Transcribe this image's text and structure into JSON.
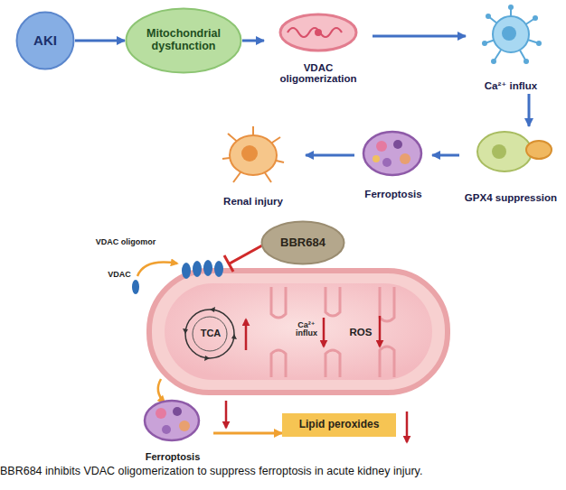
{
  "diagram": {
    "caption": "BBR684 inhibits VDAC oligomerization to suppress ferroptosis in acute kidney injury.",
    "nodes": [
      {
        "text": [
          "AKI"
        ]
      },
      {
        "text": [
          "Mitochondrial dysfunction"
        ]
      },
      {
        "text": [
          "VDAC oligomerization"
        ]
      },
      {
        "text": [
          "Ca²⁺ influx"
        ]
      },
      {
        "text": [
          "GPX4 suppression"
        ]
      },
      {
        "text": [
          "Ferroptosis"
        ]
      },
      {
        "text": [
          "Renal injury"
        ]
      },
      {
        "text": [
          "BBR684"
        ]
      },
      {
        "text": [
          "Ferroptosis"
        ]
      },
      {
        "text": [
          "Lipid peroxides"
        ]
      }
    ],
    "edges": [
      {
        "from": 0,
        "to": 1,
        "arrow": "to"
      },
      {
        "from": 1,
        "to": 2,
        "arrow": "to"
      },
      {
        "from": 2,
        "to": 3,
        "arrow": "to"
      },
      {
        "from": 3,
        "to": 4,
        "arrow": "to"
      },
      {
        "from": 4,
        "to": 5,
        "arrow": "to"
      },
      {
        "from": 5,
        "to": 6,
        "arrow": "to"
      },
      {
        "from": 8,
        "to": 9,
        "arrow": "to"
      }
    ],
    "labels": [
      "VDAC oligomor",
      "VDAC",
      "TCA",
      "Ca²⁺ influx",
      "ROS"
    ]
  }
}
